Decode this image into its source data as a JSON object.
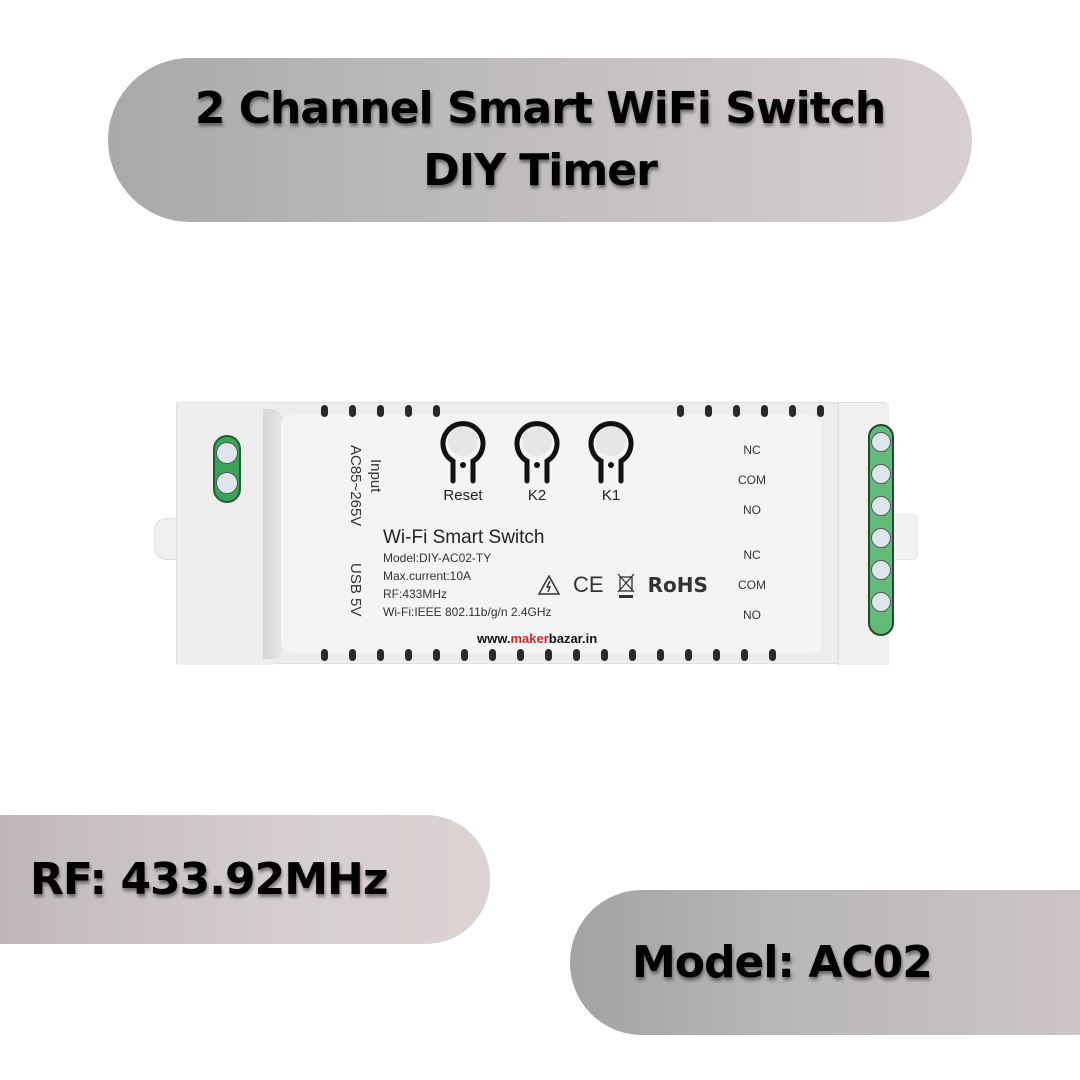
{
  "title": {
    "line1": "2 Channel Smart WiFi Switch",
    "line2": "DIY Timer"
  },
  "rf_badge": {
    "text": "RF: 433.92MHz"
  },
  "model_badge": {
    "text": "Model: AC02"
  },
  "device": {
    "input_label": "Input",
    "voltage_label": "AC85~265V",
    "usb_label": "USB 5V",
    "buttons": [
      {
        "label": "Reset"
      },
      {
        "label": "K2"
      },
      {
        "label": "K1"
      }
    ],
    "label_title": "Wi-Fi Smart Switch",
    "specs": [
      "Model:DIY-AC02-TY",
      "Max.current:10A",
      "RF:433MHz",
      "Wi-Fi:IEEE 802.11b/g/n 2.4GHz"
    ],
    "certifications": {
      "warning_icon": "high-voltage-warning-icon",
      "ce": "CE",
      "weee_icon": "weee-bin-icon",
      "rohs": "RoHS"
    },
    "relay_terminals": [
      "NC",
      "COM",
      "NO",
      "NC",
      "COM",
      "NO"
    ],
    "website_prefix": "www.",
    "website_highlight": "maker",
    "website_suffix": "bazar.in",
    "colors": {
      "terminal_green": "#4caf62",
      "body": "#ededed",
      "url_accent": "#d9262b"
    }
  },
  "colors": {
    "pill_gray_start": "#a9a9a9",
    "pill_pink_end": "#d8d0d0",
    "text": "#000000"
  }
}
